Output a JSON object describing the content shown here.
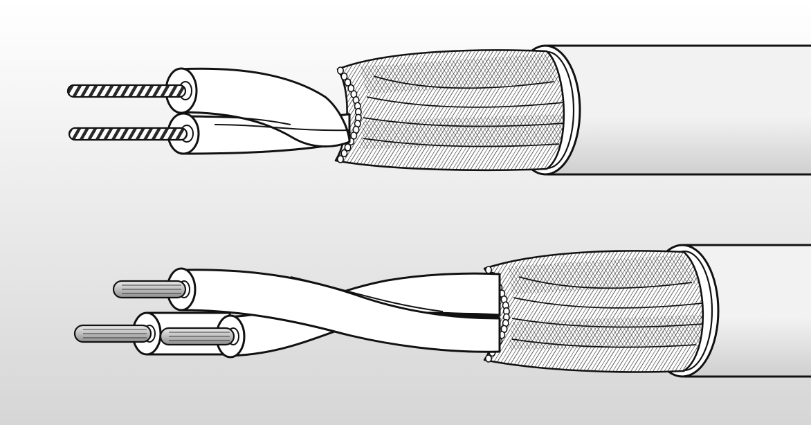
{
  "colors": {
    "background_top": "#ffffff",
    "background_bottom": "#d6d6d6",
    "outline": "#111111",
    "jacket_light": "#f2f2f2",
    "jacket_dark": "#cfcfcf",
    "insulation": "#ffffff",
    "braid": "#ffffff",
    "conductor_light": "#ececec",
    "conductor_dark": "#8e8e8e"
  },
  "cables": [
    {
      "kind": "shielded-twisted-pair",
      "conductor_count": 2,
      "conductor_style": "twisted-strand"
    },
    {
      "kind": "shielded-twisted-triple",
      "conductor_count": 3,
      "conductor_style": "stranded"
    }
  ]
}
